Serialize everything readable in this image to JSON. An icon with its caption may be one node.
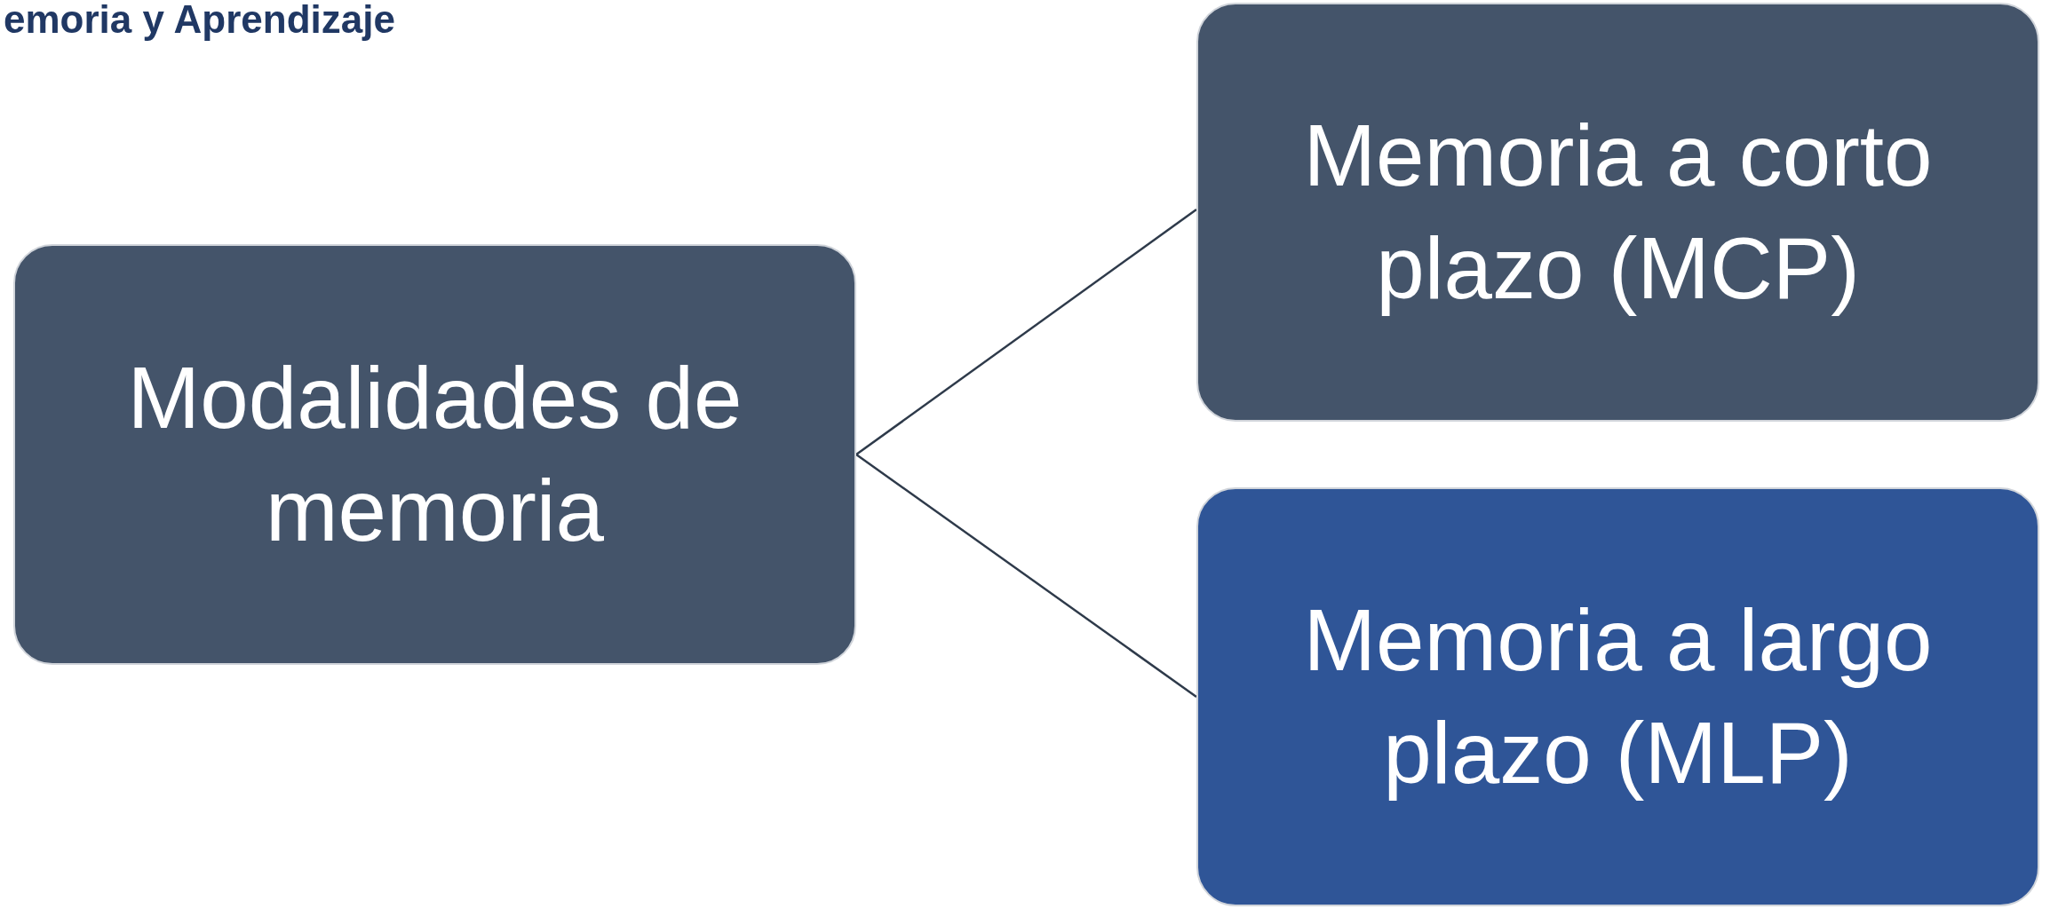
{
  "diagram": {
    "nodes": [
      {
        "text": [
          "Modalidades de memoria"
        ]
      },
      {
        "text": [
          "Memoria a corto plazo (MCP)"
        ]
      },
      {
        "text": [
          "Memoria a largo plazo (MLP)"
        ]
      }
    ],
    "edges": [
      {
        "from": 0,
        "to": 1,
        "arrow": "none"
      },
      {
        "from": 0,
        "to": 2,
        "arrow": "none"
      }
    ],
    "labels": [
      "emoria y Aprendizaje"
    ]
  }
}
